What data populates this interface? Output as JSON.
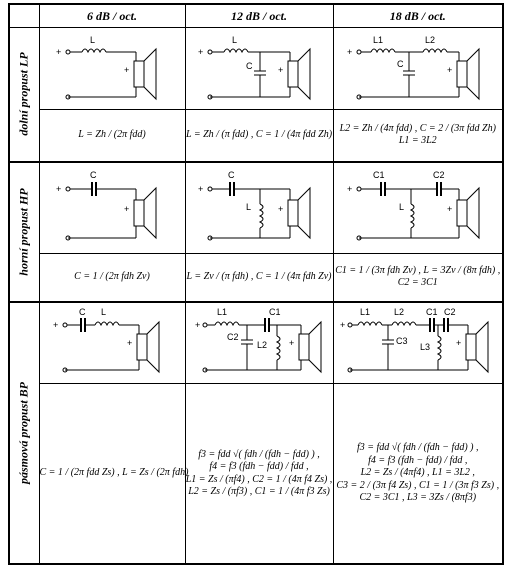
{
  "header": {
    "col1": "6 dB / oct.",
    "col2": "12 dB / oct.",
    "col3": "18 dB / oct."
  },
  "rows": {
    "lp": "dolní propust LP",
    "hp": "horní propust HP",
    "bp": "pásmová propust BP"
  },
  "labels": {
    "plus": "+",
    "L": "L",
    "C": "C",
    "L1": "L1",
    "L2": "L2",
    "L3": "L3",
    "C1": "C1",
    "C2": "C2",
    "C3": "C3"
  },
  "formulas": {
    "lp6": [
      "L = Zh / (2π fdd)"
    ],
    "lp12": [
      "L = Zh / (π fdd) ,  C = 1 / (4π fdd Zh)"
    ],
    "lp18": [
      "L2 = Zh / (4π fdd) ,  C = 2 / (3π fdd Zh)",
      "L1 = 3L2"
    ],
    "hp6": [
      "C = 1 / (2π fdh Zv)"
    ],
    "hp12": [
      "L = Zv / (π fdh) ,  C = 1 / (4π fdh Zv)"
    ],
    "hp18": [
      "C1 = 1 / (3π fdh Zv) ,  L = 3Zv / (8π fdh) ,",
      "C2 = 3C1"
    ],
    "bp6": [
      "C = 1 / (2π fdd Zs) ,  L = Zs / (2π fdh)"
    ],
    "bp12": [
      "f3 = fdd √( fdh / (fdh − fdd) ) ,",
      "f4 = f3 (fdh − fdd) / fdd ,",
      "L1 = Zs / (πf4) ,  C2 = 1 / (4π f4 Zs) ,",
      "L2 = Zs / (πf3) ,  C1 = 1 / (4π f3 Zs)"
    ],
    "bp18": [
      "f3 = fdd √( fdh / (fdh − fdd) ) ,",
      "f4 = f3 (fdh − fdd) / fdd ,",
      "L2 = Zs / (4πf4) ,  L1 = 3L2 ,",
      "C3 = 2 / (3π f4 Zs) ,  C1 = 1 / (3π f3 Zs) ,",
      "C2 = 3C1 ,  L3 = 3Zs / (8πf3)"
    ]
  }
}
